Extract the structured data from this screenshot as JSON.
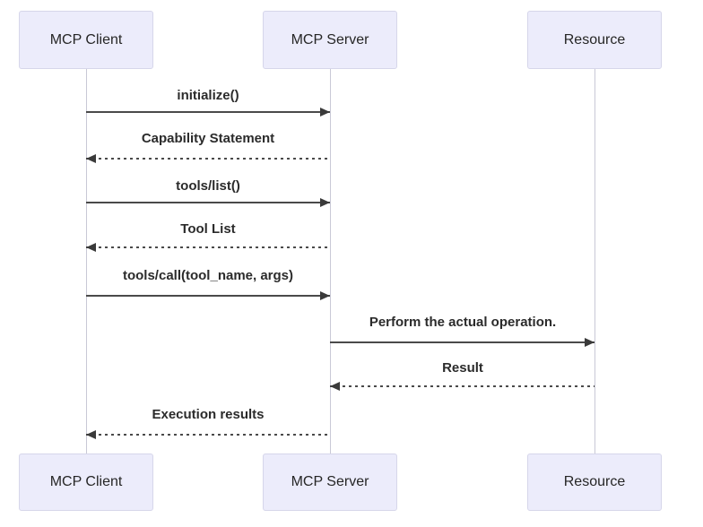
{
  "diagram": {
    "type": "sequence-diagram",
    "actors": [
      {
        "id": "mcp-client",
        "label": "MCP Client"
      },
      {
        "id": "mcp-server",
        "label": "MCP Server"
      },
      {
        "id": "resource",
        "label": "Resource"
      }
    ],
    "messages": [
      {
        "text": "initialize()",
        "from": "mcp-client",
        "to": "mcp-server",
        "line": "solid"
      },
      {
        "text": "Capability Statement",
        "from": "mcp-server",
        "to": "mcp-client",
        "line": "dotted"
      },
      {
        "text": "tools/list()",
        "from": "mcp-client",
        "to": "mcp-server",
        "line": "solid"
      },
      {
        "text": "Tool List",
        "from": "mcp-server",
        "to": "mcp-client",
        "line": "dotted"
      },
      {
        "text": "tools/call(tool_name, args)",
        "from": "mcp-client",
        "to": "mcp-server",
        "line": "solid"
      },
      {
        "text": "Perform the actual operation.",
        "from": "mcp-server",
        "to": "resource",
        "line": "solid"
      },
      {
        "text": "Result",
        "from": "resource",
        "to": "mcp-server",
        "line": "dotted"
      },
      {
        "text": "Execution results",
        "from": "mcp-server",
        "to": "mcp-client",
        "line": "dotted"
      }
    ],
    "colors": {
      "actor_fill": "#ECECFB",
      "actor_border": "#D6D6EA",
      "lifeline": "#C9C9D6",
      "arrow": "#4A4A4A",
      "text": "#2B2B2B"
    }
  }
}
